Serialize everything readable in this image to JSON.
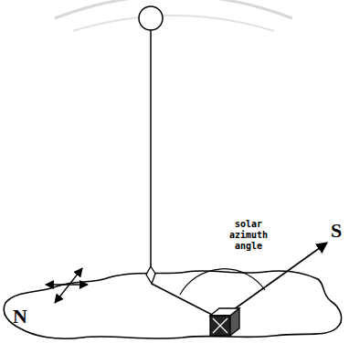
{
  "diagram": {
    "labels": [
      "solar azimuth angle",
      "S",
      "N"
    ]
  }
}
